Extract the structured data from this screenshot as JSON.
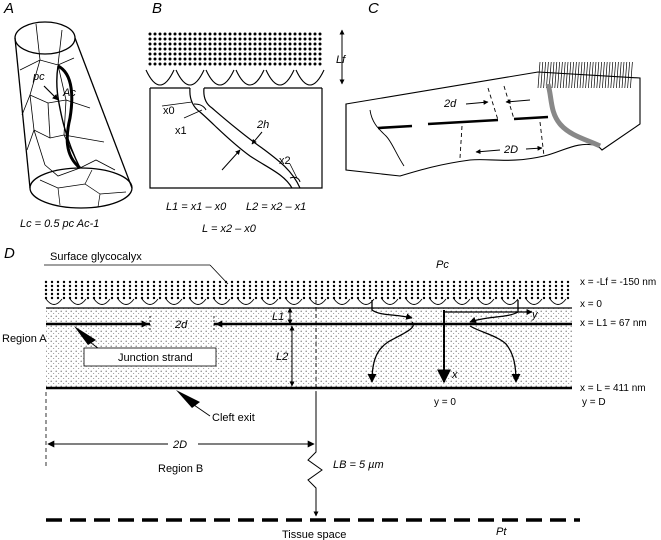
{
  "panels": {
    "a": {
      "letter": "A",
      "pc_label": "pc",
      "ac_label": "Ac",
      "lc_formula": "Lc = 0.5 pc Ac-1"
    },
    "b": {
      "letter": "B",
      "lf_label": "Lf",
      "h_label": "2h",
      "x0": "x0",
      "x1": "x1",
      "x2": "x2",
      "l1_formula": "L1 = x1 – x0",
      "l2_formula": "L2 = x2 – x1",
      "l_formula": "L = x2 – x0"
    },
    "c": {
      "letter": "C",
      "small_d": "2d",
      "big_d": "2D"
    },
    "d": {
      "letter": "D",
      "surface_glycocalyx": "Surface glycocalyx",
      "pc": "Pc",
      "x_neg_lf": "x = -Lf = -150 nm",
      "x_zero": "x = 0",
      "x_l1": "x = L1 = 67 nm",
      "x_l": "x = L = 411 nm",
      "region_a": "Region A",
      "region_b": "Region B",
      "gap_2d": "2d",
      "l1": "L1",
      "l2": "L2",
      "junction_strand": "Junction strand",
      "axis_y": "y",
      "axis_x": "x",
      "y_zero": "y = 0",
      "y_d": "y = D",
      "cleft_exit": "Cleft exit",
      "big_2d": "2D",
      "lb": "LB = 5 µm",
      "tissue_space": "Tissue space",
      "pt": "Pt"
    }
  }
}
